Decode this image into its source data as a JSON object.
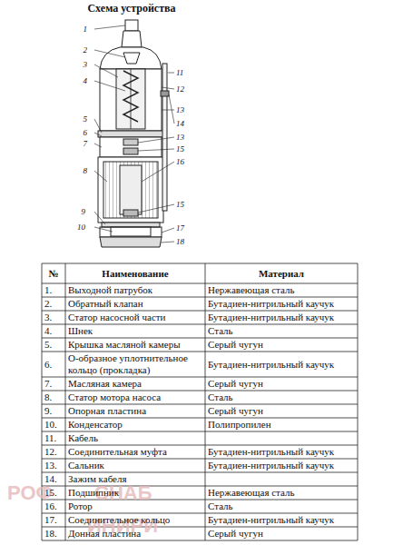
{
  "diagram": {
    "title": "Схема устройства",
    "labels": [
      "1",
      "2",
      "3",
      "4",
      "5",
      "6",
      "7",
      "8",
      "9",
      "10",
      "11",
      "12",
      "13",
      "14",
      "13",
      "15",
      "16",
      "15",
      "17",
      "18",
      "№",
      "Наименование",
      "Материал",
      "1.",
      "Выходной патрубок",
      "Нержавеющая сталь",
      "2.",
      "Обратный клапан",
      "Бутадиен-нитрильный каучук",
      "3.",
      "Статор насосной части",
      "Бутадиен-нитрильный каучук",
      "4.",
      "Шнек",
      "Сталь",
      "5.",
      "Крышка масляной камеры",
      "Серый чугун",
      "6.",
      "О-образное уплотнительное кольцо (прокладка)",
      "Бутадиен-нитрильный каучук",
      "7.",
      "Масляная камера",
      "Серый чугун",
      "8.",
      "Статор мотора насоса",
      "Сталь",
      "9.",
      "Опорная пластина",
      "Серый чугун",
      "10.",
      "Конденсатор",
      "Полипропилен",
      "11.",
      "Кабель",
      "12.",
      "Соединительная муфта",
      "Бутадиен-нитрильный каучук",
      "13.",
      "Сальник",
      "Бутадиен-нитрильный каучук",
      "14.",
      "Зажим кабеля",
      "15.",
      "Подшипник",
      "Нержавеющая сталь",
      "16.",
      "Ротор",
      "Сталь",
      "17.",
      "Соединительное кольцо",
      "Бутадиен-нитрильный каучук",
      "18.",
      "Донная пластина",
      "Серый чугун",
      "РОФ",
      "СНАБ",
      "ИНИРИ"
    ]
  }
}
